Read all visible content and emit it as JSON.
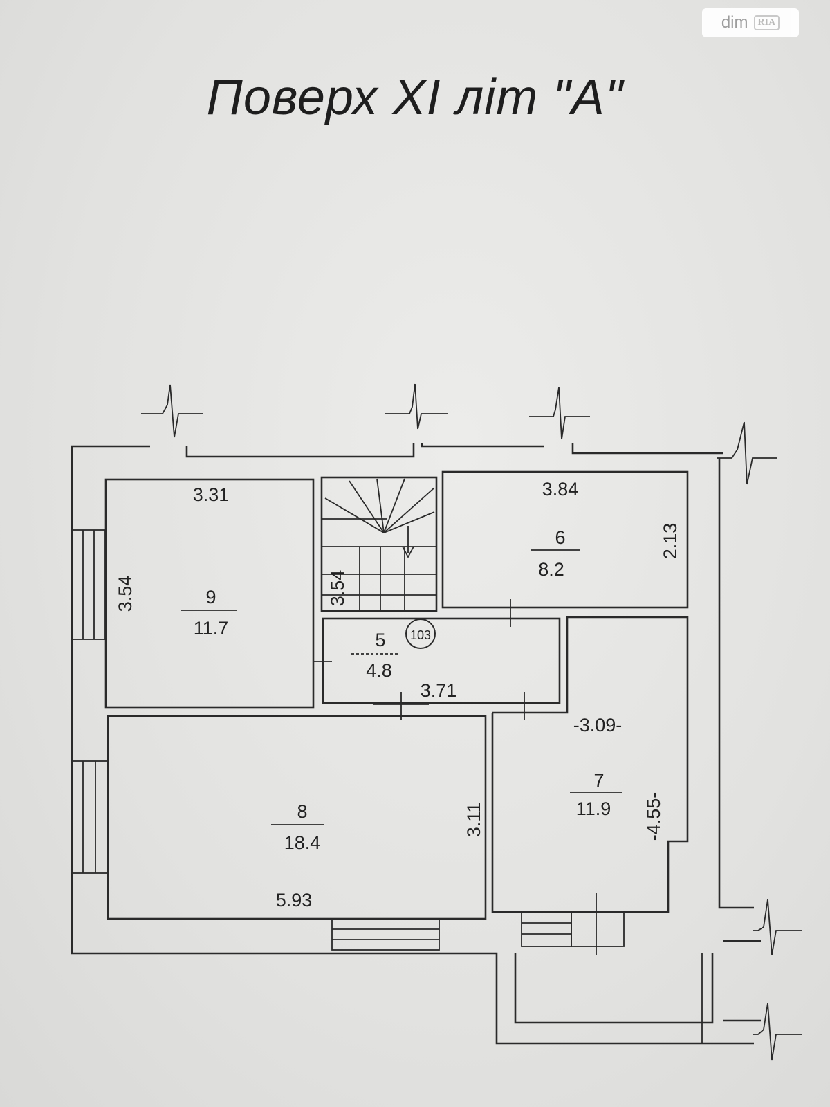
{
  "title": "Поверх XI літ \"А\"",
  "watermark": {
    "text": "dim",
    "logo": "RIA"
  },
  "rooms": [
    {
      "number": "9",
      "area": "11.7",
      "width": "3.31",
      "depth": "3.54"
    },
    {
      "number": "5",
      "area": "4.8",
      "width": "3.71",
      "depth": "3.54"
    },
    {
      "number": "6",
      "area": "8.2",
      "width": "3.84",
      "depth": "2.13"
    },
    {
      "number": "8",
      "area": "18.4",
      "width": "5.93",
      "depth": "3.11"
    },
    {
      "number": "7",
      "area": "11.9",
      "width": "-3.09-",
      "depth": "-4.55-"
    }
  ],
  "apartment_number": "103",
  "colors": {
    "paper": "#e3e3e1",
    "ink": "#2a2a2a"
  }
}
